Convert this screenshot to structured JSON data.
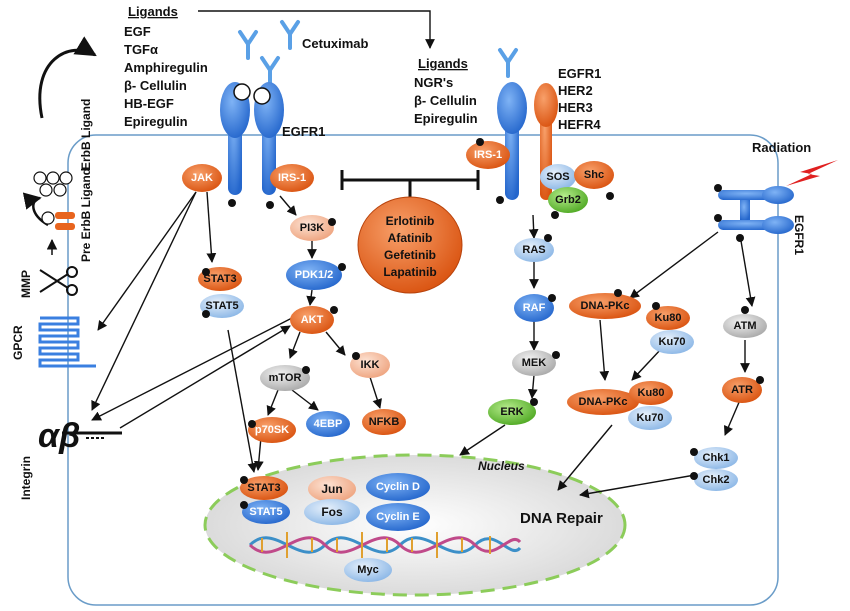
{
  "ligand_left": {
    "heading": "Ligands",
    "items": [
      "EGF",
      "TGFα",
      "Amphiregulin",
      "β- Cellulin",
      "HB-EGF",
      "Epiregulin"
    ]
  },
  "ligand_right": {
    "heading": "Ligands",
    "items": [
      "NGR's",
      "β- Cellulin",
      "Epiregulin"
    ]
  },
  "receptors_right": [
    "EGFR1",
    "HER2",
    "HER3",
    "HEFR4"
  ],
  "drugs": {
    "cetuximab": "Cetuximab",
    "tki": [
      "Erlotinib",
      "Afatinib",
      "Gefetinib",
      "Lapatinib"
    ]
  },
  "labels": {
    "egfr1_left": "EGFR1",
    "egfr1_right": "EGFR1",
    "radiation": "Radiation",
    "nucleus": "Nucleus",
    "dna_repair": "DNA Repair",
    "erbb_ligand": "ErbB Ligand",
    "pre_erbb_ligand": "Pre ErbB Ligand",
    "mmp": "MMP",
    "gpcr": "GPCR",
    "integrin": "Integrin",
    "alpha_beta": "αβ"
  },
  "nodes": {
    "jak": "JAK",
    "irs1_left": "IRS-1",
    "irs1_right": "IRS-1",
    "sos": "SOS",
    "shc": "Shc",
    "grb2": "Grb2",
    "pi3k": "PI3K",
    "pdk12": "PDK1/2",
    "akt": "AKT",
    "mtor": "mTOR",
    "ikk": "IKK",
    "p70sk": "p70SK",
    "ebp4": "4EBP",
    "nfkb": "NFKB",
    "stat3": "STAT3",
    "stat5": "STAT5",
    "ras": "RAS",
    "raf": "RAF",
    "mek": "MEK",
    "erk": "ERK",
    "dnapkc1": "DNA-PKc",
    "ku80a": "Ku80",
    "ku70a": "Ku70",
    "dnapkc2": "DNA-PKc",
    "ku80b": "Ku80",
    "ku70b": "Ku70",
    "atm": "ATM",
    "atr": "ATR",
    "chk1": "Chk1",
    "chk2": "Chk2",
    "stat3n": "STAT3",
    "stat5n": "STAT5",
    "jun": "Jun",
    "fos": "Fos",
    "cyclind": "Cyclin D",
    "cycline": "Cyclin E",
    "myc": "Myc"
  },
  "colors": {
    "orange": "#e8641e",
    "orange_dark": "#b8430c",
    "blue": "#3a7fe0",
    "blue_light": "#9cc4ee",
    "peach": "#f5b89a",
    "gray": "#c8c8c8",
    "green": "#6cc63a",
    "cell_border": "#6a9cc8",
    "nucleus_border": "#8ccc5a"
  }
}
